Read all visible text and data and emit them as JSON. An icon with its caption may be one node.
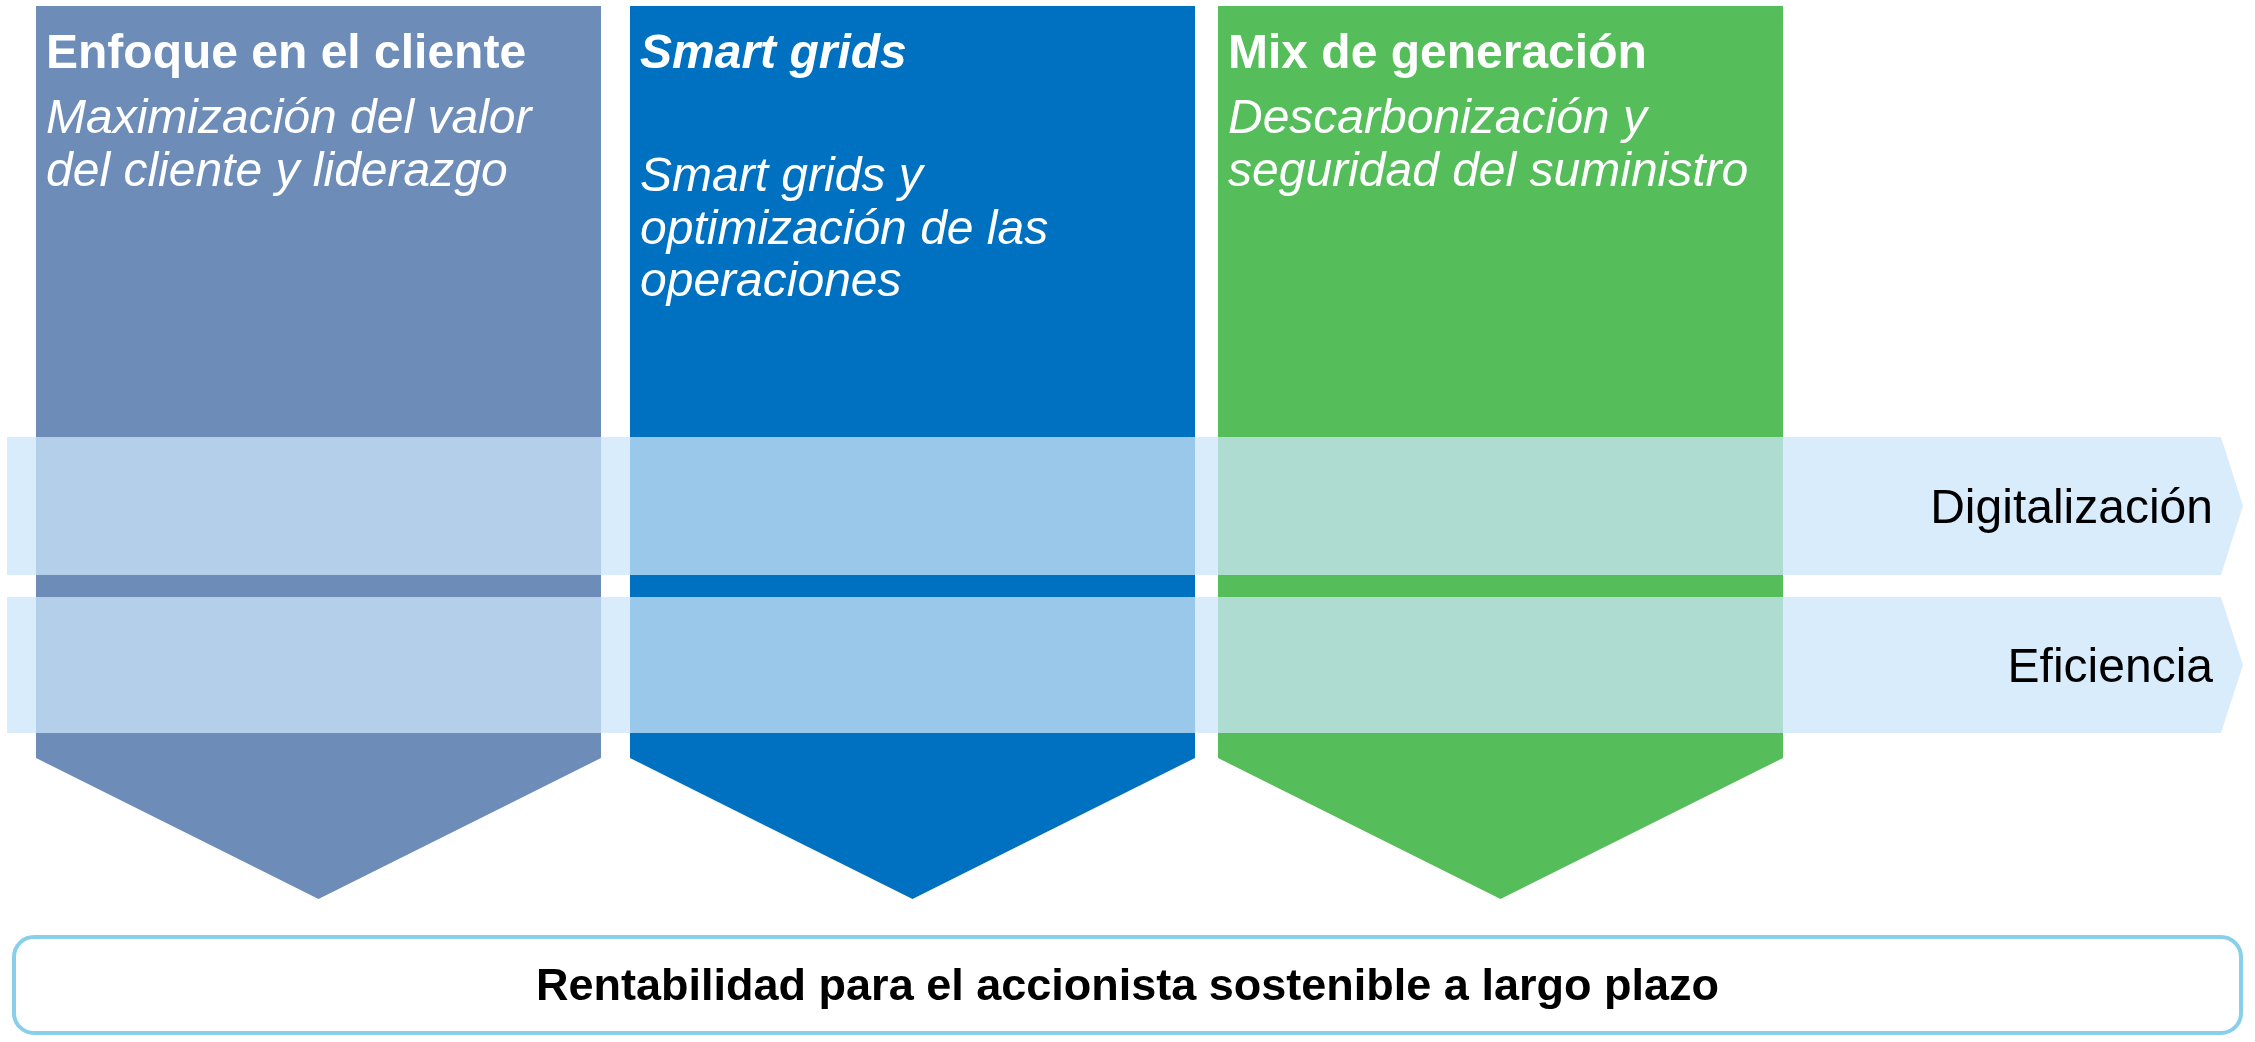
{
  "diagram": {
    "nodes": [
      {
        "text": [
          "Enfoque en el cliente",
          "Maximización del valor del cliente y liderazgo"
        ]
      },
      {
        "text": [
          "Smart grids",
          "Smart grids y optimización de las operaciones"
        ]
      },
      {
        "text": [
          "Mix de generación",
          "Descarbonización y seguridad del suministro"
        ]
      },
      {
        "text": [
          "Digitalización"
        ]
      },
      {
        "text": [
          "Eficiencia"
        ]
      },
      {
        "text": [
          "Rentabilidad para el accionista sostenible a largo plazo"
        ]
      }
    ]
  }
}
